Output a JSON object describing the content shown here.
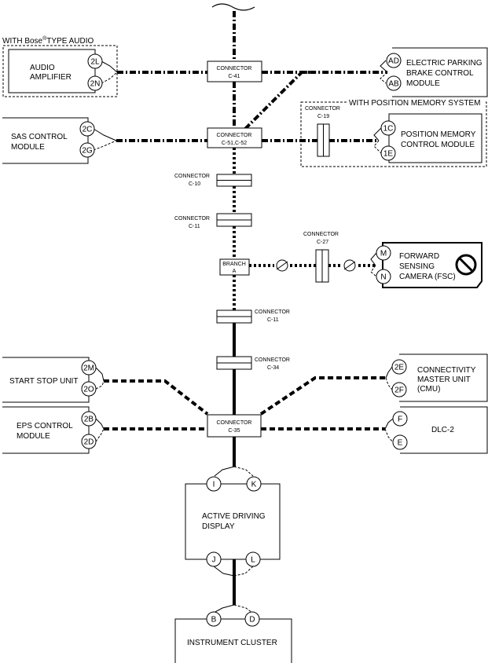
{
  "titles": {
    "bose_group": "WITH Bose",
    "bose_reg": "®",
    "bose_suffix": "TYPE AUDIO",
    "memory_group": "WITH POSITION MEMORY SYSTEM"
  },
  "connectors": {
    "c41": [
      "CONNECTOR",
      "C-41"
    ],
    "c51": [
      "CONNECTOR",
      "C-51,C-52"
    ],
    "c19": [
      "CONNECTOR",
      "C-19"
    ],
    "c10": [
      "CONNECTOR",
      "C-10"
    ],
    "c11a": [
      "CONNECTOR",
      "C-11"
    ],
    "c27": [
      "CONNECTOR",
      "C-27"
    ],
    "branch": [
      "BRANCH",
      "A"
    ],
    "c11b": [
      "CONNECTOR",
      "C-11"
    ],
    "c34": [
      "CONNECTOR",
      "C-34"
    ],
    "c35": [
      "CONNECTOR",
      "C-35"
    ]
  },
  "modules": {
    "audio": {
      "label": [
        "AUDIO",
        "AMPLIFIER"
      ],
      "pins": [
        "2L",
        "2N"
      ]
    },
    "epb": {
      "label": [
        "ELECTRIC PARKING",
        "BRAKE CONTROL",
        "MODULE"
      ],
      "pins": [
        "AD",
        "AB"
      ]
    },
    "sas": {
      "label": [
        "SAS CONTROL",
        "MODULE"
      ],
      "pins": [
        "2C",
        "2G"
      ]
    },
    "posmem": {
      "label": [
        "POSITION MEMORY",
        "CONTROL MODULE"
      ],
      "pins": [
        "1C",
        "1E"
      ]
    },
    "fsc": {
      "label": [
        "FORWARD",
        "SENSING",
        "CAMERA (FSC)"
      ],
      "pins": [
        "M",
        "N"
      ]
    },
    "ssu": {
      "label": [
        "START STOP UNIT"
      ],
      "pins": [
        "2M",
        "2O"
      ]
    },
    "cmu": {
      "label": [
        "CONNECTIVITY",
        "MASTER UNIT",
        "(CMU)"
      ],
      "pins": [
        "2E",
        "2F"
      ]
    },
    "eps": {
      "label": [
        "EPS CONTROL",
        "MODULE"
      ],
      "pins": [
        "2B",
        "2D"
      ]
    },
    "dlc": {
      "label": [
        "DLC-2"
      ],
      "pins": [
        "F",
        "E"
      ]
    },
    "add": {
      "label": [
        "ACTIVE DRIVING",
        "DISPLAY"
      ],
      "pins_top": [
        "I",
        "K"
      ],
      "pins_bottom": [
        "J",
        "L"
      ]
    },
    "ic": {
      "label": [
        "INSTRUMENT CLUSTER"
      ],
      "pins": [
        "B",
        "D"
      ]
    }
  },
  "icons": {
    "prohibited": "prohibited-icon",
    "resistor": "terminating-resistor-icon",
    "break": "wire-break-icon"
  }
}
